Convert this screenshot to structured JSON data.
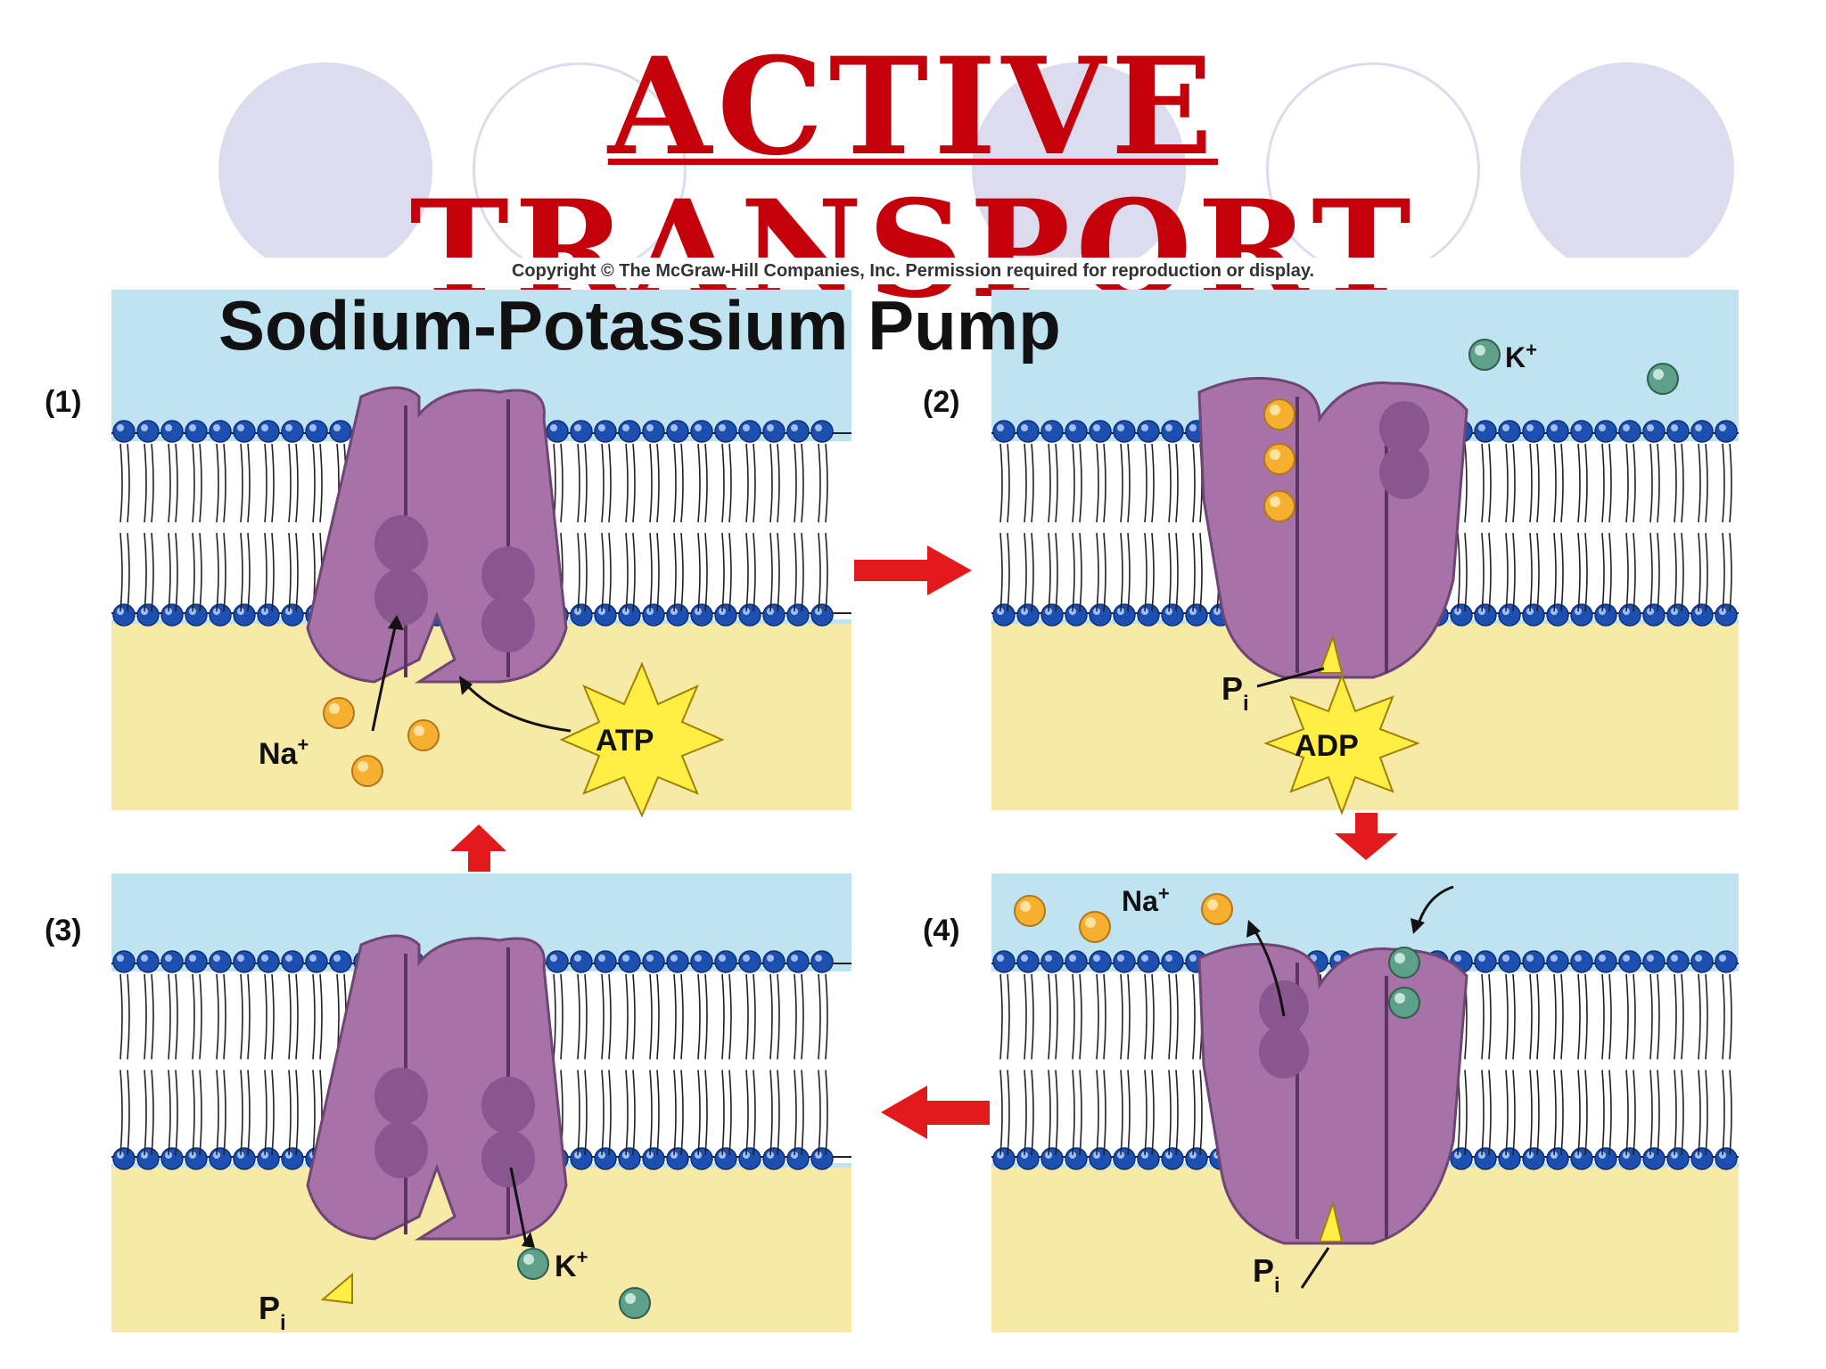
{
  "slide": {
    "title_line1": "ACTIVE",
    "title_line2": "TRANSPORT"
  },
  "figure": {
    "copyright": "Copyright © The McGraw-Hill Companies, Inc. Permission required for reproduction or display.",
    "heading": "Sodium-Potassium Pump",
    "panels": [
      {
        "number": "(1)"
      },
      {
        "number": "(2)"
      },
      {
        "number": "(3)"
      },
      {
        "number": "(4)"
      }
    ],
    "labels": {
      "na": "Na",
      "k": "K",
      "charge": "+",
      "atp": "ATP",
      "adp": "ADP",
      "pi_main": "P",
      "pi_sub": "i"
    }
  },
  "colors": {
    "title": "#c4000b",
    "extracellular": "#bfe3f1",
    "cytoplasm": "#f6eaa6",
    "protein": "#a672a8",
    "protein_dark": "#8a5690",
    "phospholipid_head": "#1d4fb0",
    "sodium": "#f5b030",
    "potassium": "#5fa08a",
    "arrow": "#e31a1c",
    "burst": "#ffee44"
  }
}
